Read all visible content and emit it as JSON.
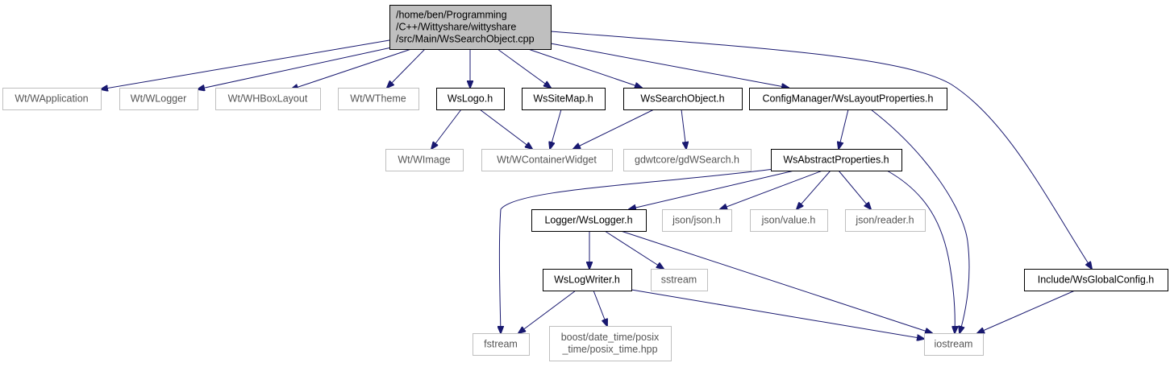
{
  "diagram": {
    "edge_color": "#191970",
    "root_fill": "#bfbfbf",
    "nodes": [
      {
        "id": "root",
        "kind": "root",
        "lines": [
          "/home/ben/Programming",
          "/C++/Wittyshare/wittyshare",
          "/src/Main/WsSearchObject.cpp"
        ]
      },
      {
        "id": "wapplication",
        "kind": "system",
        "lines": [
          "Wt/WApplication"
        ]
      },
      {
        "id": "wlogger",
        "kind": "system",
        "lines": [
          "Wt/WLogger"
        ]
      },
      {
        "id": "whboxlayout",
        "kind": "system",
        "lines": [
          "Wt/WHBoxLayout"
        ]
      },
      {
        "id": "wtheme",
        "kind": "system",
        "lines": [
          "Wt/WTheme"
        ]
      },
      {
        "id": "wslogo",
        "kind": "local",
        "lines": [
          "WsLogo.h"
        ]
      },
      {
        "id": "wssitemap",
        "kind": "local",
        "lines": [
          "WsSiteMap.h"
        ]
      },
      {
        "id": "wssearchobject",
        "kind": "local",
        "lines": [
          "WsSearchObject.h"
        ]
      },
      {
        "id": "wslayoutproperties",
        "kind": "local",
        "lines": [
          "ConfigManager/WsLayoutProperties.h"
        ]
      },
      {
        "id": "wimage",
        "kind": "system",
        "lines": [
          "Wt/WImage"
        ]
      },
      {
        "id": "wcontainerwidget",
        "kind": "system",
        "lines": [
          "Wt/WContainerWidget"
        ]
      },
      {
        "id": "gdwsearch",
        "kind": "system",
        "lines": [
          "gdwtcore/gdWSearch.h"
        ]
      },
      {
        "id": "wsabstractproperties",
        "kind": "local",
        "lines": [
          "WsAbstractProperties.h"
        ]
      },
      {
        "id": "wslogger",
        "kind": "local",
        "lines": [
          "Logger/WsLogger.h"
        ]
      },
      {
        "id": "jsonjson",
        "kind": "system",
        "lines": [
          "json/json.h"
        ]
      },
      {
        "id": "jsonvalue",
        "kind": "system",
        "lines": [
          "json/value.h"
        ]
      },
      {
        "id": "jsonreader",
        "kind": "system",
        "lines": [
          "json/reader.h"
        ]
      },
      {
        "id": "wslogwriter",
        "kind": "local",
        "lines": [
          "WsLogWriter.h"
        ]
      },
      {
        "id": "sstream",
        "kind": "system",
        "lines": [
          "sstream"
        ]
      },
      {
        "id": "wsglobalconfig",
        "kind": "local",
        "lines": [
          "Include/WsGlobalConfig.h"
        ]
      },
      {
        "id": "fstream",
        "kind": "system",
        "lines": [
          "fstream"
        ]
      },
      {
        "id": "posixtime",
        "kind": "system",
        "lines": [
          "boost/date_time/posix",
          "_time/posix_time.hpp"
        ]
      },
      {
        "id": "iostream",
        "kind": "system",
        "lines": [
          "iostream"
        ]
      }
    ],
    "edges": [
      {
        "from": "root",
        "to": "wapplication"
      },
      {
        "from": "root",
        "to": "wlogger"
      },
      {
        "from": "root",
        "to": "whboxlayout"
      },
      {
        "from": "root",
        "to": "wtheme"
      },
      {
        "from": "root",
        "to": "wslogo"
      },
      {
        "from": "root",
        "to": "wssitemap"
      },
      {
        "from": "root",
        "to": "wssearchobject"
      },
      {
        "from": "root",
        "to": "wslayoutproperties"
      },
      {
        "from": "root",
        "to": "wsglobalconfig"
      },
      {
        "from": "wslogo",
        "to": "wimage"
      },
      {
        "from": "wslogo",
        "to": "wcontainerwidget"
      },
      {
        "from": "wssitemap",
        "to": "wcontainerwidget"
      },
      {
        "from": "wssearchobject",
        "to": "wcontainerwidget"
      },
      {
        "from": "wssearchobject",
        "to": "gdwsearch"
      },
      {
        "from": "wslayoutproperties",
        "to": "wsabstractproperties"
      },
      {
        "from": "wslayoutproperties",
        "to": "iostream"
      },
      {
        "from": "wsabstractproperties",
        "to": "fstream"
      },
      {
        "from": "wsabstractproperties",
        "to": "wslogger"
      },
      {
        "from": "wsabstractproperties",
        "to": "jsonjson"
      },
      {
        "from": "wsabstractproperties",
        "to": "jsonvalue"
      },
      {
        "from": "wsabstractproperties",
        "to": "jsonreader"
      },
      {
        "from": "wsabstractproperties",
        "to": "iostream"
      },
      {
        "from": "wslogger",
        "to": "wslogwriter"
      },
      {
        "from": "wslogger",
        "to": "sstream"
      },
      {
        "from": "wslogger",
        "to": "iostream"
      },
      {
        "from": "wslogwriter",
        "to": "fstream"
      },
      {
        "from": "wslogwriter",
        "to": "posixtime"
      },
      {
        "from": "wslogwriter",
        "to": "iostream"
      },
      {
        "from": "wsglobalconfig",
        "to": "iostream"
      }
    ]
  }
}
